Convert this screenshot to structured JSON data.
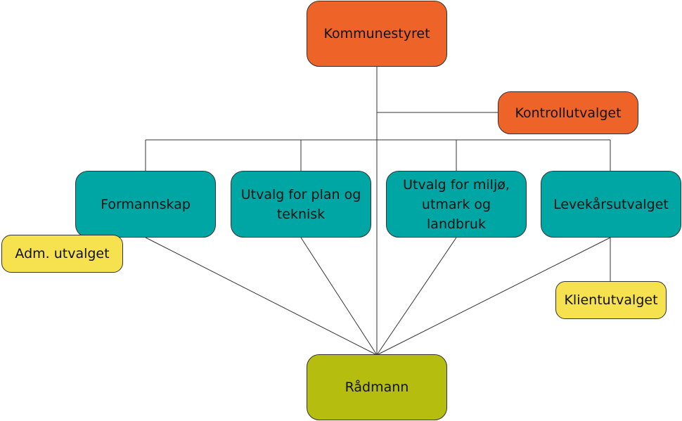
{
  "nodes": {
    "kommunestyret": "Kommunestyret",
    "kontrollutvalget": "Kontrollutvalget",
    "formannskap": "Formannskap",
    "utvalg_plan": "Utvalg for plan og teknisk",
    "utvalg_miljo": "Utvalg for miljø, utmark og landbruk",
    "levekar": "Levekårsutvalget",
    "adm": "Adm. utvalget",
    "klient": "Klientutvalget",
    "radmann": "Rådmann"
  },
  "colors": {
    "orange": "#ED6328",
    "teal": "#00A6A4",
    "yellow": "#F6E14E",
    "olive": "#B5BD0E"
  }
}
